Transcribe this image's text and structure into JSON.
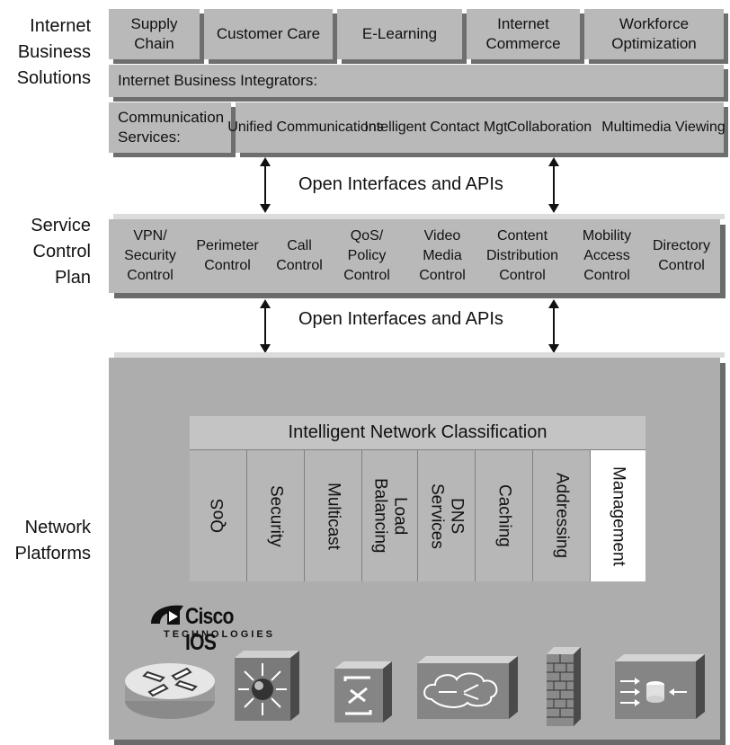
{
  "layers": {
    "internet_business_solutions": "Internet Business Solutions",
    "service_control_plan": "Service Control Plan",
    "network_platforms": "Network Platforms"
  },
  "top_boxes": [
    "Supply Chain",
    "Customer Care",
    "E-Learning",
    "Internet Commerce",
    "Workforce Optimization"
  ],
  "integrators_label": "Internet Business Integrators:",
  "comm_services_label": "Communication Services:",
  "comm_services": [
    "Unified Communications",
    "Intelligent Contact Mgt",
    "Collaboration",
    "Multimedia Viewing"
  ],
  "api_label": "Open Interfaces and APIs",
  "api_label_2": "Open Interfaces and APIs",
  "service_controls": [
    "VPN/ Security Control",
    "Perimeter Control",
    "Call Control",
    "QoS/ Policy Control",
    "Video Media Control",
    "Content Distribution Control",
    "Mobility Access Control",
    "Directory Control"
  ],
  "classification_title": "Intelligent Network Classification",
  "classification_columns": [
    "QoS",
    "Security",
    "Multicast",
    "Load Balancing",
    "DNS Services",
    "Caching",
    "Addressing",
    "Management"
  ],
  "logo": {
    "brand": "Cisco IOS",
    "sub": "TECHNOLOGIES"
  },
  "device_icons": [
    "router-icon",
    "switch-icon",
    "layer3-switch-icon",
    "cloud-network-icon",
    "firewall-icon",
    "content-engine-icon"
  ],
  "colors": {
    "box": "#b9b9b9",
    "shadow": "#6e6e6e",
    "platform": "#bcbcbc",
    "highlight": "#ffffff"
  }
}
